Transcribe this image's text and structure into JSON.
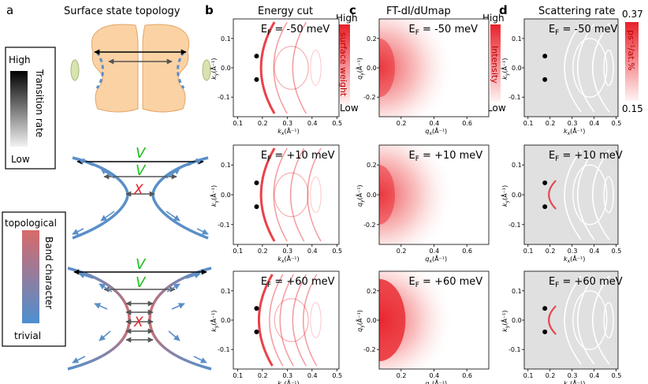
{
  "panel_letters": {
    "a": "a",
    "b": "b",
    "c": "c",
    "d": "d"
  },
  "headers": {
    "a": "Surface state topology",
    "b": "Energy cut",
    "c": "FT-dI/dUmap",
    "d": "Scattering rate"
  },
  "colorbars": {
    "transition": {
      "high": "High",
      "low": "Low",
      "title": "Transition rate"
    },
    "band": {
      "top": "topological",
      "bottom": "trivial",
      "title": "Band character"
    },
    "energy": {
      "high": "High",
      "low": "Low",
      "title": "surface weight"
    },
    "ft": {
      "high": "High",
      "low": "Low",
      "title": "Intensity"
    },
    "rate": {
      "max": "0.37",
      "min": "0.15",
      "title": "ps⁻¹/at.%"
    }
  },
  "energies": [
    "E",
    "F",
    " = -50 meV",
    " = +10 meV",
    " = +60 meV"
  ],
  "marks": {
    "allowed": "V",
    "forbidden": "X"
  },
  "axes": {
    "kx_label": "kx(Å⁻¹)",
    "ky_label": "ky(Å⁻¹)",
    "qx_label": "qx(Å⁻¹)",
    "qy_label": "qy(Å⁻¹)",
    "kx_ticks": [
      "0.1",
      "0.2",
      "0.3",
      "0.4",
      "0.5"
    ],
    "ky_ticks": [
      "0.1",
      "0.0",
      "-0.1"
    ],
    "qx_ticks": [
      "0.2",
      "0.4",
      "0.6"
    ],
    "qy_ticks": [
      "0.2",
      "0.0",
      "-0.2"
    ]
  },
  "colors": {
    "red": "#e8202a",
    "blue": "#5b8fc8",
    "orange": "#fbd2a4",
    "rate_bg": "#e0e0e0"
  }
}
